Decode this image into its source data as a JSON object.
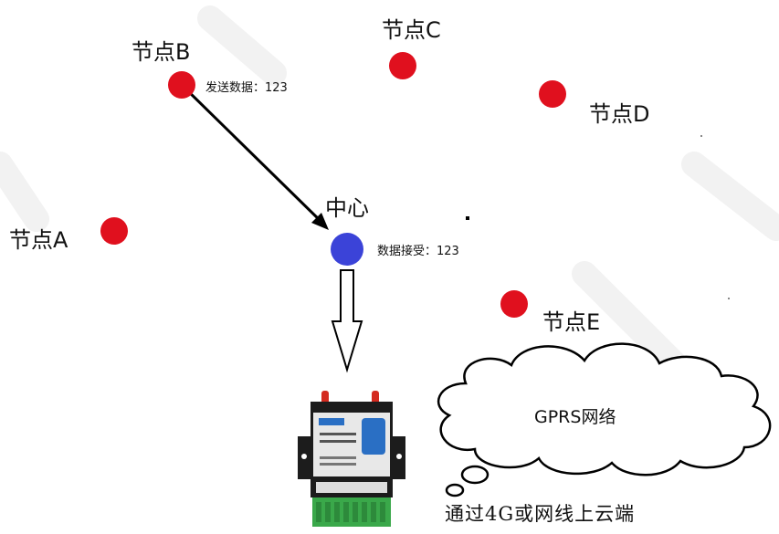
{
  "nodes": {
    "a": {
      "label": "节点A"
    },
    "b": {
      "label": "节点B",
      "note": "发送数据：123"
    },
    "c": {
      "label": "节点C"
    },
    "d": {
      "label": "节点D"
    },
    "e": {
      "label": "节点E"
    }
  },
  "center": {
    "label": "中心",
    "note": "数据接受：123"
  },
  "cloud": {
    "label": "GPRS网络"
  },
  "uplink": {
    "label": "通过4G或网线上云端"
  },
  "colors": {
    "node": "#e0101e",
    "center": "#3b43d8",
    "device_body": "#1c1c1c",
    "terminal_block": "#3aa84a"
  }
}
